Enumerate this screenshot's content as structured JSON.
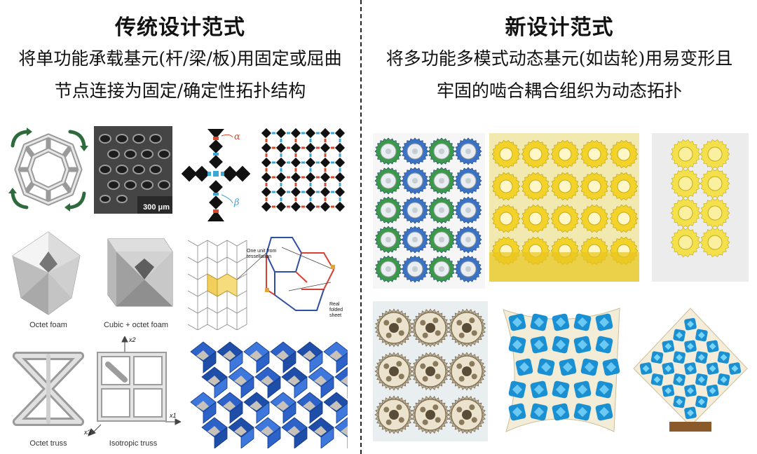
{
  "left": {
    "title": "传统设计范式",
    "line1": "将单功能承载基元(杆/梁/板)用固定或屈曲",
    "line2": "节点连接为固定/确定性拓扑结构",
    "captions": {
      "octet_foam": "Octet foam",
      "cubic_octet_foam": "Cubic + octet foam",
      "octet_truss": "Octet truss",
      "isotropic_truss": "Isotropic truss",
      "scale_bar": "300 μm",
      "alpha": "α",
      "beta": "β",
      "one_unit": "One unit from",
      "tessellation": "tessellation",
      "real": "Real",
      "folded": "folded",
      "sheet": "sheet",
      "axis_x1": "x1",
      "axis_x2": "x2",
      "axis_x3": "x3"
    }
  },
  "right": {
    "title": "新设计范式",
    "line1": "将多功能多模式动态基元(如齿轮)用易变形且",
    "line2": "牢固的啮合耦合组织为动态拓扑"
  }
}
